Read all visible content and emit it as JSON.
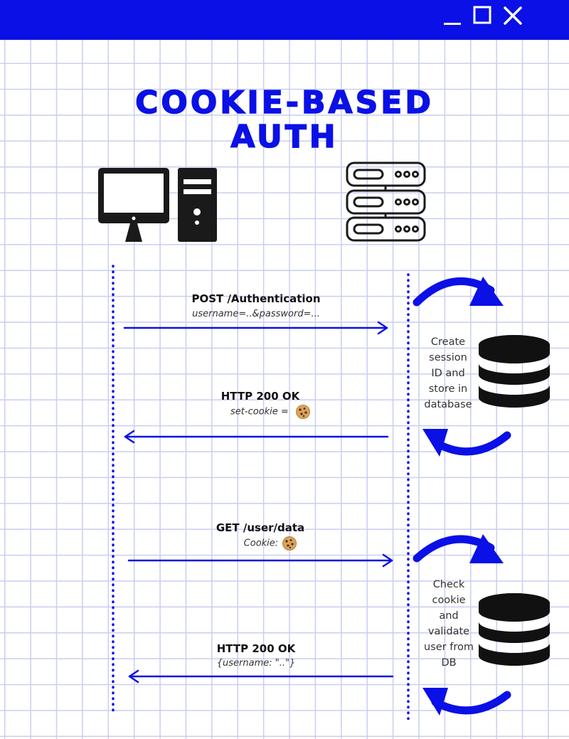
{
  "title": {
    "line1": "COOKIE-BASED",
    "line2": "AUTH"
  },
  "window_controls": [
    "minimize-icon",
    "maximize-icon",
    "close-icon"
  ],
  "messages": [
    {
      "title": "POST /Authentication",
      "detail": "username=..&password=..."
    },
    {
      "title": "HTTP 200 OK",
      "detail": "set-cookie ="
    },
    {
      "title": "GET /user/data",
      "detail": "Cookie:"
    },
    {
      "title": "HTTP 200 OK",
      "detail": "{username: \"..\"}"
    }
  ],
  "server_steps": [
    {
      "lines": [
        "Create",
        "session",
        "ID and",
        "store in",
        "database"
      ]
    },
    {
      "lines": [
        "Check",
        "cookie",
        "and",
        "validate",
        "user from",
        "DB"
      ]
    }
  ],
  "colors": {
    "accent": "#0a10e6",
    "grid": "#c9cef0",
    "icon": "#1a1a1a"
  }
}
